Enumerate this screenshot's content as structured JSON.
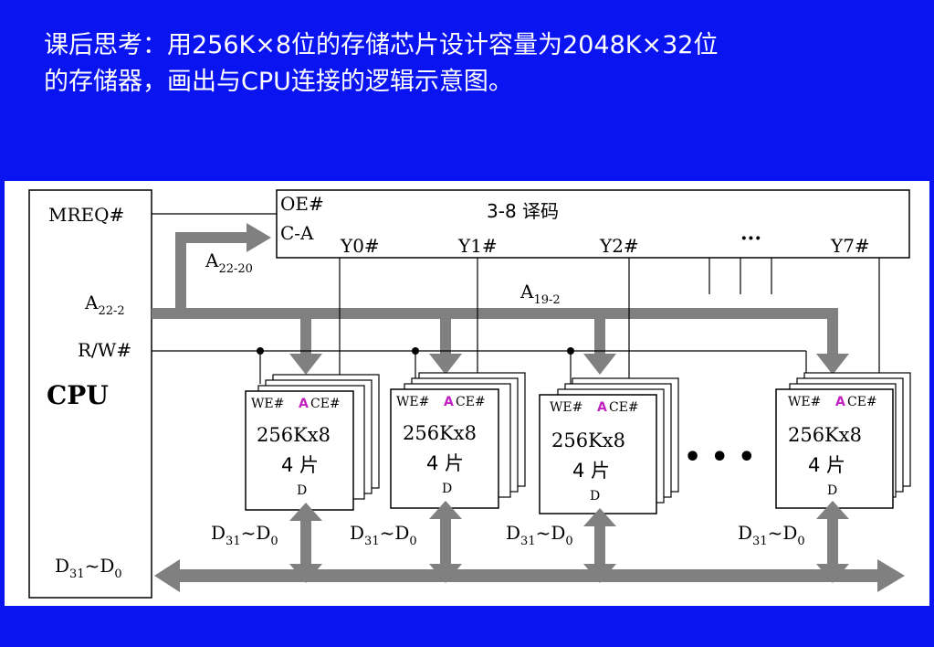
{
  "slide": {
    "title_line1": "课后思考：用256K×8位的存储芯片设计容量为2048K×32位",
    "title_line2": "的存储器，画出与CPU连接的逻辑示意图。",
    "background_color": "#0a14f0"
  },
  "diagram": {
    "cpu": {
      "label": "CPU",
      "mreq": "MREQ#",
      "addr_main": "A",
      "addr_main_sub": "22-2",
      "rw": "R/W#",
      "data": "D",
      "data_sub1": "31",
      "data_sub2": "0",
      "data_sep": "~"
    },
    "decoder": {
      "oe": "OE#",
      "ca": "C-A",
      "title": "3-8 译码",
      "outputs": [
        "Y0#",
        "Y1#",
        "Y2#",
        "···",
        "Y7#"
      ]
    },
    "addr_high": {
      "label": "A",
      "sub": "22-20"
    },
    "addr_low": {
      "label": "A",
      "sub": "19-2"
    },
    "chip": {
      "we": "WE#",
      "a": "A",
      "ce": "CE#",
      "capacity": "256Kx8",
      "count": "4 片",
      "d": "D",
      "accent_color": "#c020c0"
    },
    "ellipsis": "• • •",
    "bus_color": "#808080"
  }
}
